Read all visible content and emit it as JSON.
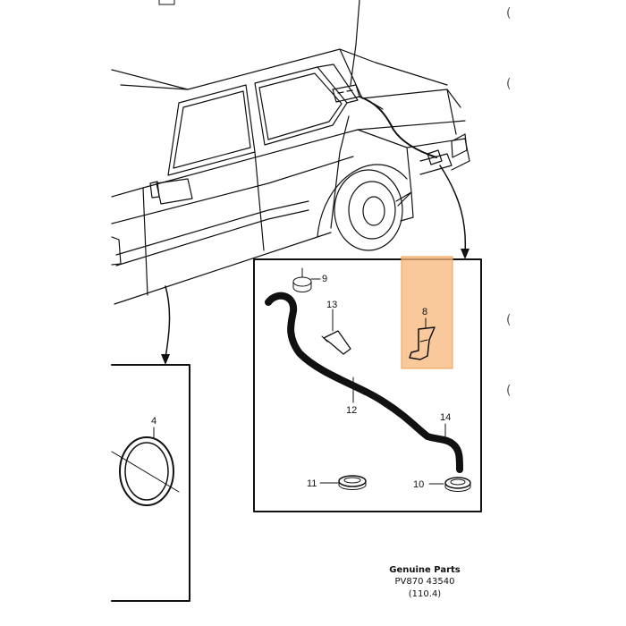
{
  "callouts": {
    "p4": "4",
    "p8": "8",
    "p9": "9",
    "p10": "10",
    "p11": "11",
    "p12": "12",
    "p13": "13",
    "p14": "14"
  },
  "footer": {
    "line1": "Genuine Parts",
    "line2": "PV870 43540",
    "line3": "(110.4)"
  },
  "edge_marks": [
    "(",
    "(",
    "(",
    "("
  ],
  "colors": {
    "line": "#111111",
    "highlight_fill": "#f7b77a",
    "highlight_stroke": "#f0a050"
  }
}
